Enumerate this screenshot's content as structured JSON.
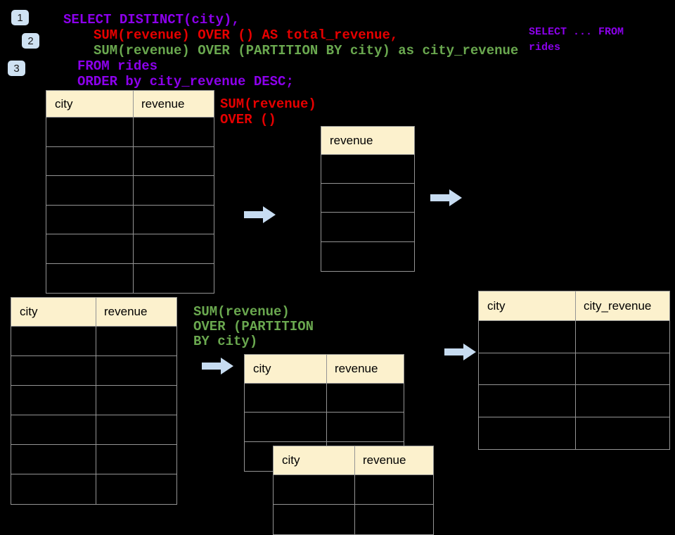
{
  "slide": {
    "badges": [
      {
        "label": "1"
      },
      {
        "label": "2"
      },
      {
        "label": "3"
      }
    ],
    "sql_code": {
      "line1": "SELECT DISTINCT(city),",
      "line2": "SUM(revenue) OVER () AS total_revenue,",
      "line3": "SUM(revenue) OVER (PARTITION BY city) as city_revenue",
      "line4": "FROM rides",
      "line5": "ORDER by city_revenue DESC;"
    },
    "corner_note": {
      "line1": "SELECT ... FROM",
      "line2": "rides"
    },
    "total_label": {
      "line1": "SUM(revenue)",
      "line2": "OVER ()"
    },
    "partition_label": {
      "line1": "SUM(revenue)",
      "line2": "OVER (PARTITION",
      "line3": "BY city)"
    },
    "tables": {
      "source_top": {
        "col1": "city",
        "col2": "revenue",
        "rows": 6
      },
      "total_result": {
        "col1": "revenue",
        "rows": 4
      },
      "source_bottom": {
        "col1": "city",
        "col2": "revenue",
        "rows": 6
      },
      "partition_front": {
        "col1": "city",
        "col2": "revenue",
        "rows": 3
      },
      "partition_back": {
        "col1": "city",
        "col2": "revenue",
        "rows": 2
      },
      "partition_result": {
        "col1": "city",
        "col2": "city_revenue",
        "rows": 4
      }
    },
    "colors": {
      "purple": "#8C00EC",
      "red": "#E60000",
      "green": "#6AA84F",
      "header_fill": "#FCF1CD",
      "badge_fill": "#CFE2F3",
      "arrow_fill": "#C7DCF1"
    }
  }
}
